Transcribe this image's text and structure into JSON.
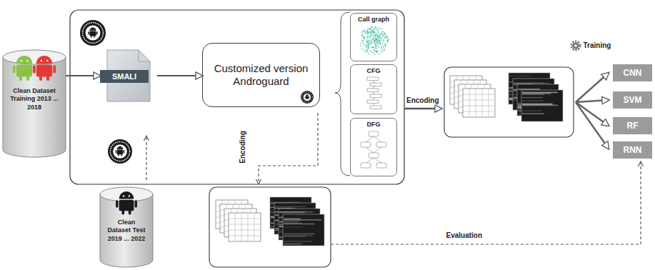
{
  "diagram": {
    "nodes": [
      {
        "text": [
          "Clean Dataset Training 2013 ... 2018"
        ]
      },
      {
        "text": [
          "SMALI"
        ]
      },
      {
        "text": [
          "Customized version Androguard"
        ]
      },
      {
        "text": [
          "Call graph"
        ]
      },
      {
        "text": [
          "CFG"
        ]
      },
      {
        "text": [
          "DFG"
        ]
      },
      {
        "text": [
          "CNN"
        ]
      },
      {
        "text": [
          "SVM"
        ]
      },
      {
        "text": [
          "RF"
        ]
      },
      {
        "text": [
          "RNN"
        ]
      },
      {
        "text": [
          "Clean Dataset Test 2019 ... 2022"
        ]
      }
    ],
    "edges": [
      {
        "from": 0,
        "to": 1,
        "arrow": "to"
      },
      {
        "from": 1,
        "to": 2,
        "arrow": "to"
      }
    ],
    "labels": [
      "Training",
      "Encoding",
      "Encoding",
      "Evaluation"
    ]
  }
}
